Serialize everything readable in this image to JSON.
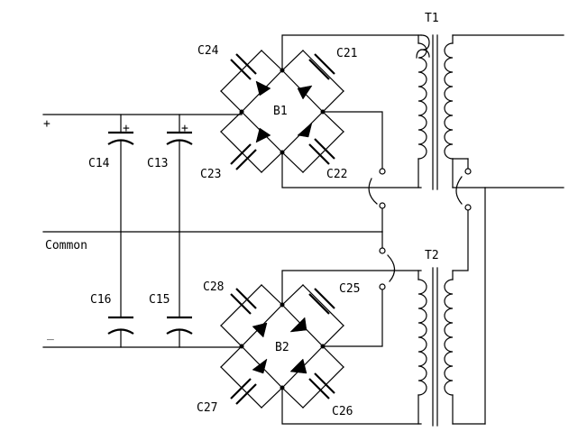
{
  "diagram": {
    "title": "",
    "background": "#ffffff",
    "line_color": "#000000",
    "terminals": {
      "plus": "+",
      "common": "Common",
      "minus": "_"
    },
    "polarity_mark": "+",
    "capacitors": {
      "c13": "C13",
      "c14": "C14",
      "c15": "C15",
      "c16": "C16",
      "c21": "C21",
      "c22": "C22",
      "c23": "C23",
      "c24": "C24",
      "c25": "C25",
      "c26": "C26",
      "c27": "C27",
      "c28": "C28"
    },
    "bridges": {
      "b1": "B1",
      "b2": "B2"
    },
    "transformers": {
      "t1": "T1",
      "t2": "T2"
    }
  }
}
